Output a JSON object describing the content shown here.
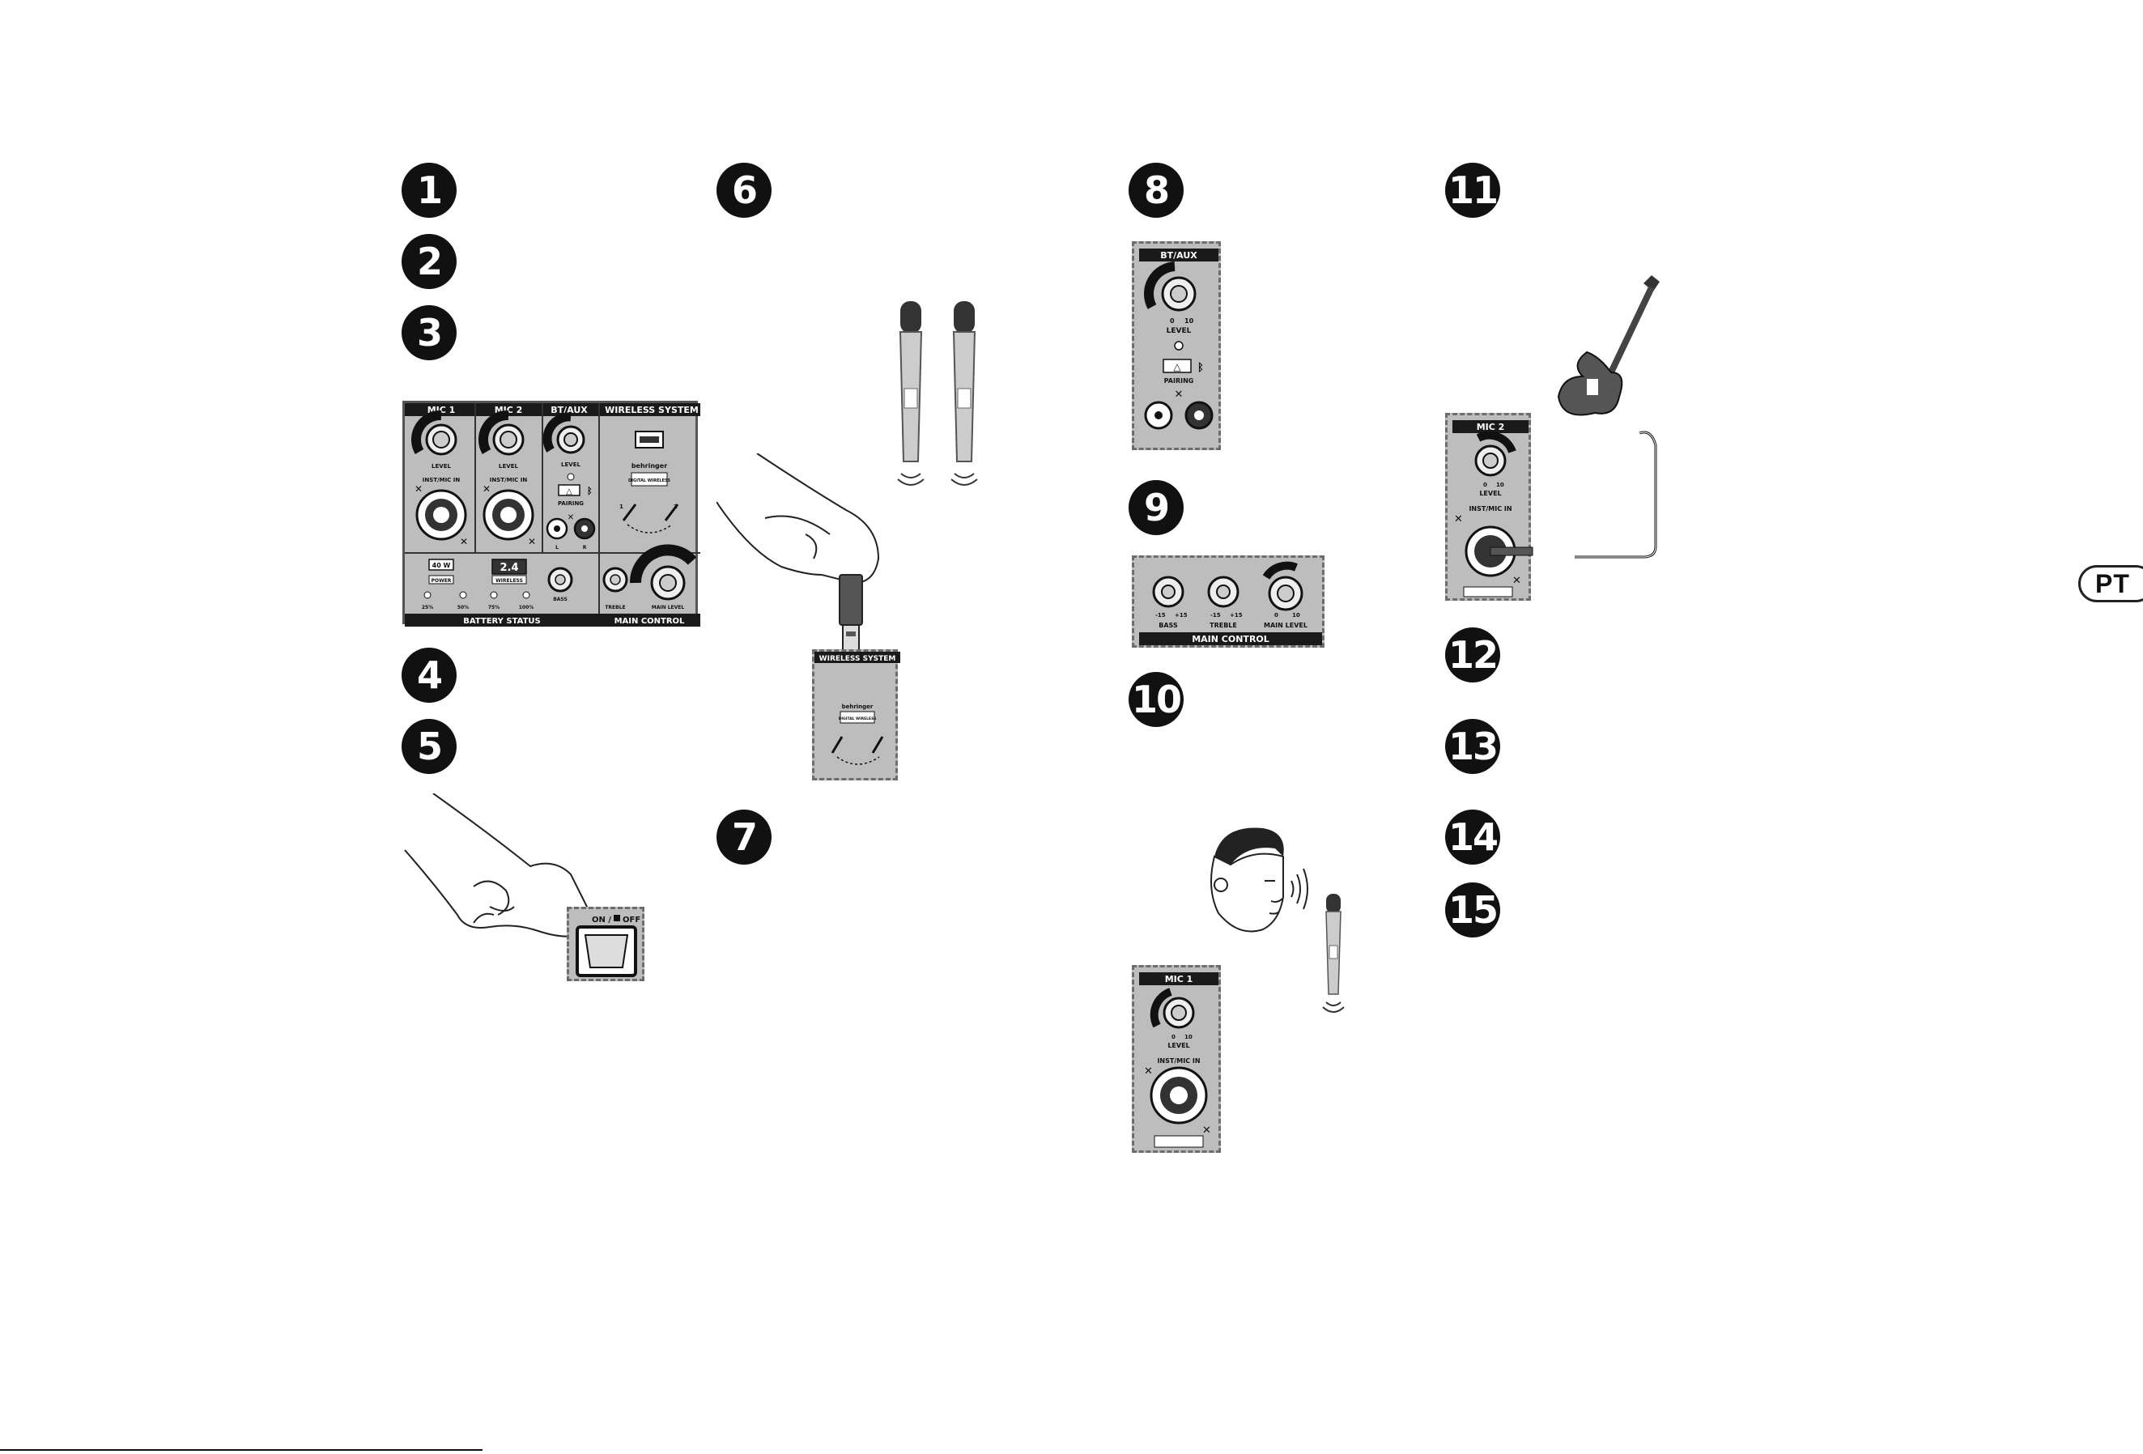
{
  "steps": {
    "s1": "1",
    "s2": "2",
    "s3": "3",
    "s4": "4",
    "s5": "5",
    "s6": "6",
    "s7": "7",
    "s8": "8",
    "s9": "9",
    "s10": "10",
    "s11": "11",
    "s12": "12",
    "s13": "13",
    "s14": "14",
    "s15": "15"
  },
  "language_tab": "PT",
  "main_panel": {
    "mic1_header": "MIC 1",
    "mic2_header": "MIC 2",
    "btaux_header": "BT/AUX",
    "wireless_header": "WIRELESS SYSTEM",
    "level_label": "LEVEL",
    "scale_min": "0",
    "scale_max": "10",
    "inst_mic_in": "INST/MIC IN",
    "pairing": "PAIRING",
    "left": "L",
    "right": "R",
    "brand": "behringer",
    "digital_wireless": "DIGITAL WIRELESS",
    "ch1": "1",
    "ch2": "2",
    "power_badge": "40 W",
    "power_label": "POWER",
    "wireless_badge": "2.4",
    "wireless_label": "WIRELESS",
    "battery_levels": [
      "25%",
      "50%",
      "75%",
      "100%"
    ],
    "battery_status": "BATTERY STATUS",
    "main_control": "MAIN CONTROL",
    "eq_min": "-15",
    "eq_max": "+15",
    "bass": "BASS",
    "treble": "TREBLE",
    "main_level": "MAIN LEVEL"
  },
  "switch_panel": {
    "on_label": "ON /",
    "off_label": "OFF"
  },
  "colors": {
    "panel_gray": "#bdbdbd",
    "panel_dark": "#1a1a1a",
    "border_dash": "#6d6d6d"
  }
}
